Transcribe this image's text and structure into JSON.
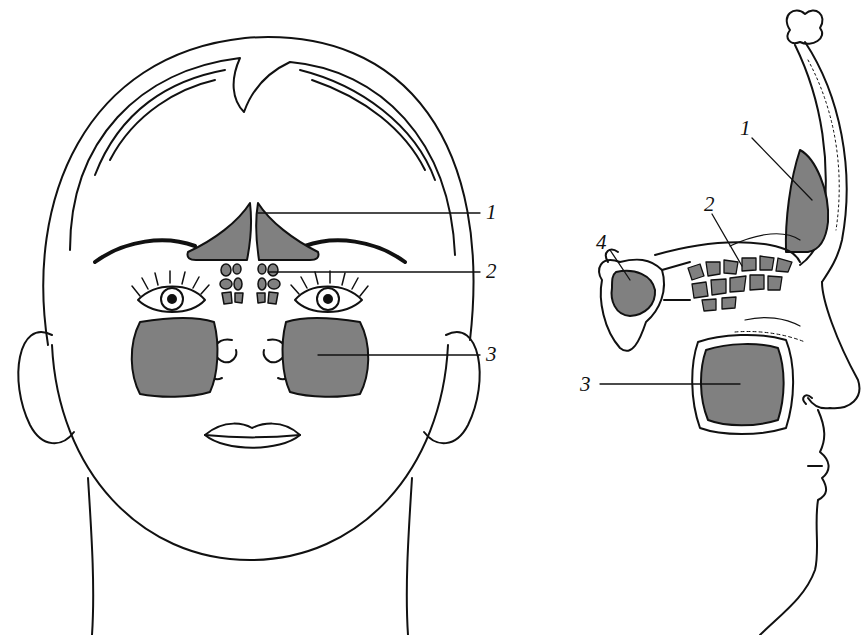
{
  "diagram": {
    "labels": [
      "1",
      "2",
      "3",
      "1",
      "2",
      "4",
      "3"
    ]
  }
}
